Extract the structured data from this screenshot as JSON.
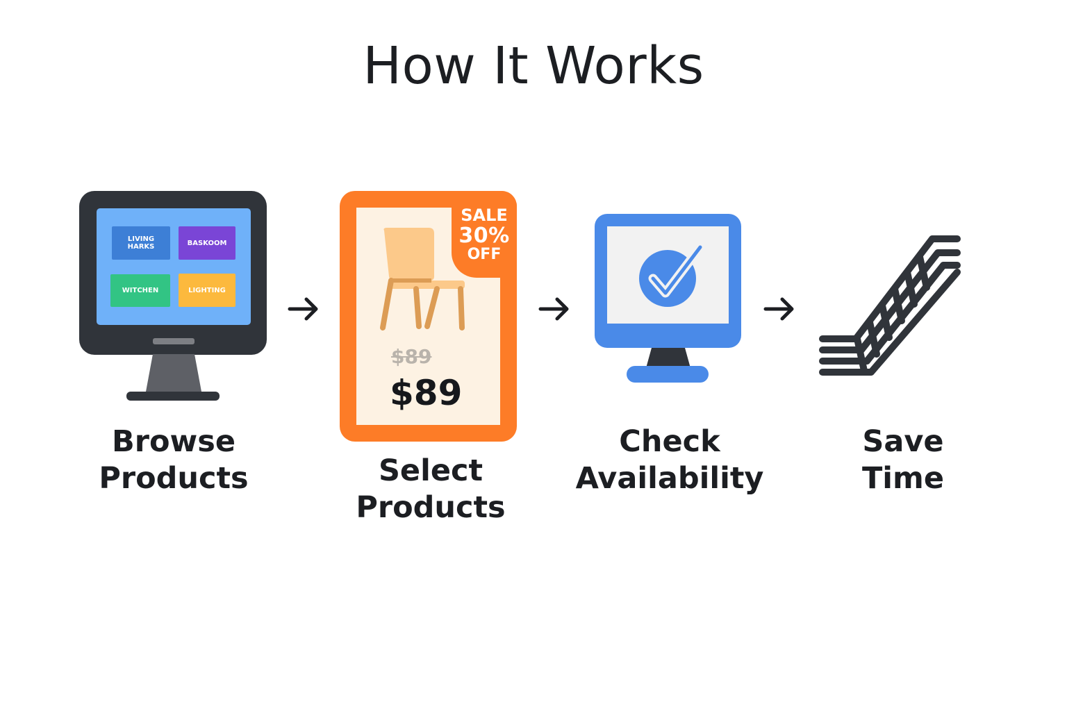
{
  "title": "How It Works",
  "steps": [
    {
      "label_lines": [
        "Browse",
        "Products"
      ]
    },
    {
      "label_lines": [
        "Select",
        "Products"
      ]
    },
    {
      "label_lines": [
        "Check",
        "Availability"
      ]
    },
    {
      "label_lines": [
        "Save",
        "Time"
      ]
    }
  ],
  "browse_tiles": [
    "LIVING\nHARKS",
    "BASKOOM",
    "WITCHEN",
    "LIGHTING"
  ],
  "sale_card": {
    "badge_line1": "SALE",
    "badge_line2": "30%",
    "badge_line3": "OFF",
    "old_price": "$89",
    "new_price": "$89"
  },
  "colors": {
    "text": "#1c1e22",
    "monitor_frame": "#30343a",
    "browse_screen": "#6fb1f9",
    "tile_living": "#3d7fd6",
    "tile_bedroom": "#7a45d6",
    "tile_kitchen": "#32c484",
    "tile_lighting": "#fcb93d",
    "sale_orange": "#fd7c27",
    "card_cream": "#fdf2e3",
    "check_blue": "#4a8ae8"
  },
  "icons": [
    "desktop-monitor-icon",
    "chair-icon",
    "checkmark-icon",
    "escalator-icon",
    "arrow-right-icon"
  ]
}
